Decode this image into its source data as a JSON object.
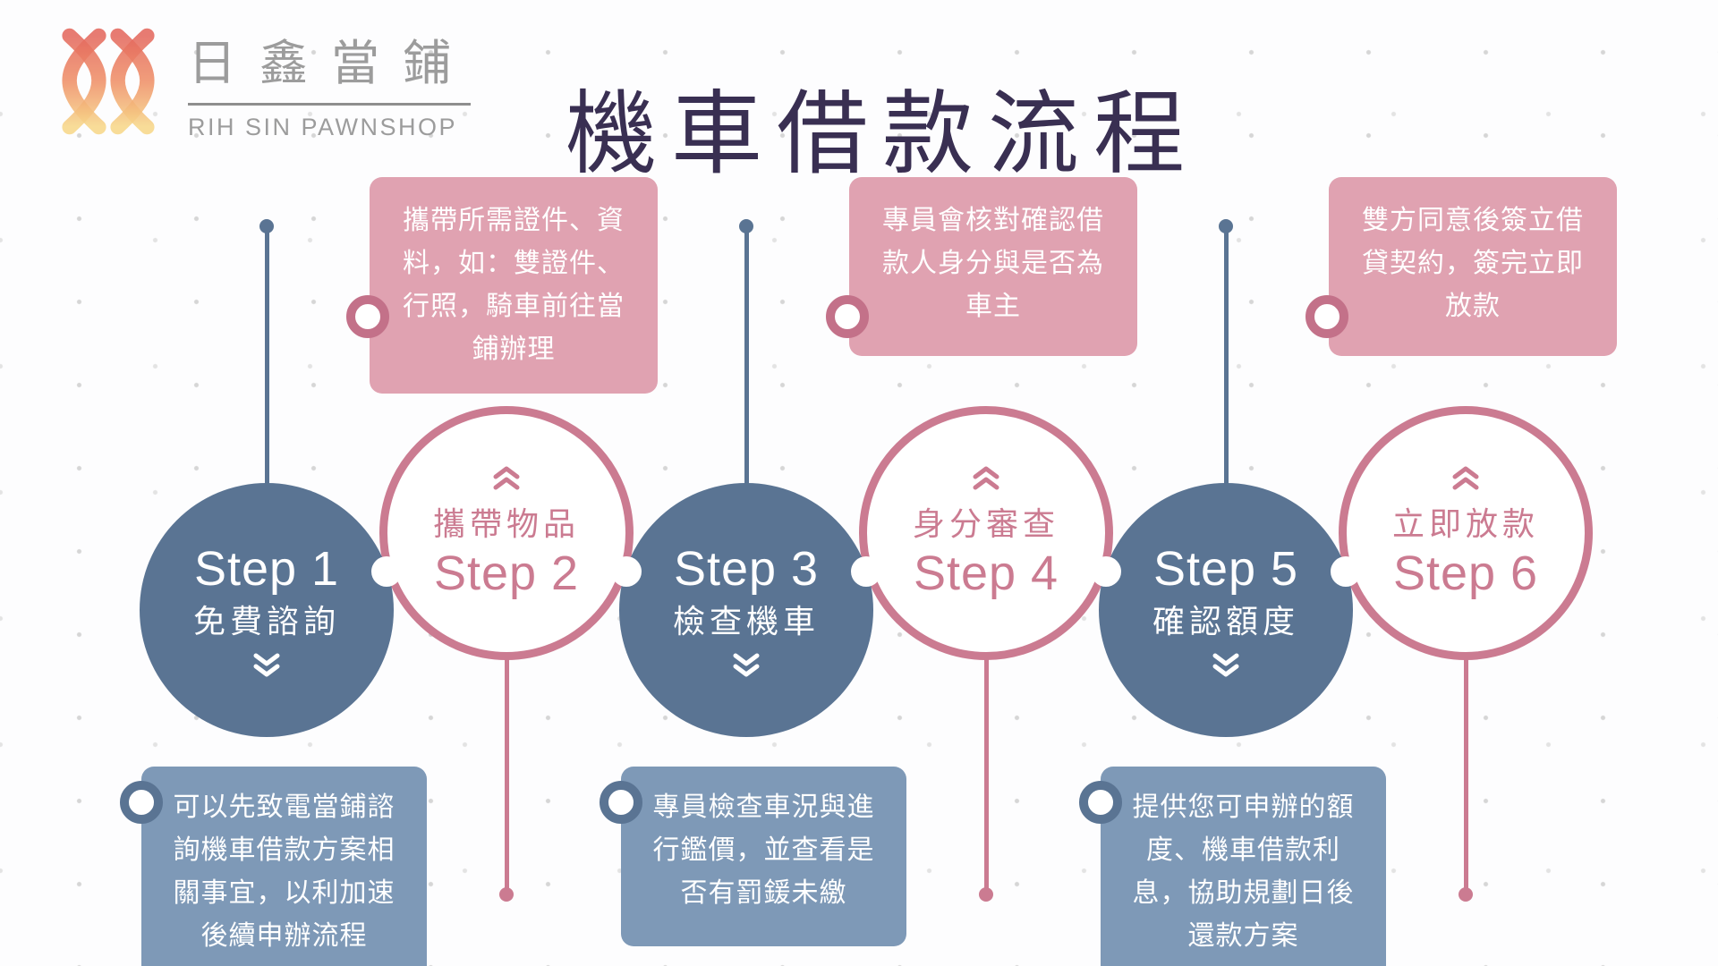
{
  "title": "機車借款流程",
  "brand": {
    "zh": "日鑫當鋪",
    "en": "RIH SIN PAWNSHOP"
  },
  "colors": {
    "title_text": "#392f52",
    "blue_circle": "#5a7493",
    "blue_box": "#7e99b7",
    "pink_accent": "#cb7b91",
    "pink_box": "#e0a2b1",
    "logo_gray": "#9c9c9c",
    "logo_gradient_top": "#e4695f",
    "logo_gradient_bottom": "#f7d88a"
  },
  "steps": [
    {
      "step_label": "Step 1",
      "name": "免費諮詢",
      "type": "blue",
      "note": "可以先致電當鋪諮詢機車借款方案相關事宜，以利加速後續申辦流程"
    },
    {
      "step_label": "Step 2",
      "name": "攜帶物品",
      "type": "pink",
      "note": "攜帶所需證件、資料，如：雙證件、行照，騎車前往當鋪辦理"
    },
    {
      "step_label": "Step 3",
      "name": "檢查機車",
      "type": "blue",
      "note": "專員檢查車況與進行鑑價，並查看是否有罰鍰未繳"
    },
    {
      "step_label": "Step 4",
      "name": "身分審查",
      "type": "pink",
      "note": "專員會核對確認借款人身分與是否為車主"
    },
    {
      "step_label": "Step 5",
      "name": "確認額度",
      "type": "blue",
      "note": "提供您可申辦的額度、機車借款利息，協助規劃日後還款方案"
    },
    {
      "step_label": "Step 6",
      "name": "立即放款",
      "type": "pink",
      "note": "雙方同意後簽立借貸契約，簽完立即放款"
    }
  ]
}
